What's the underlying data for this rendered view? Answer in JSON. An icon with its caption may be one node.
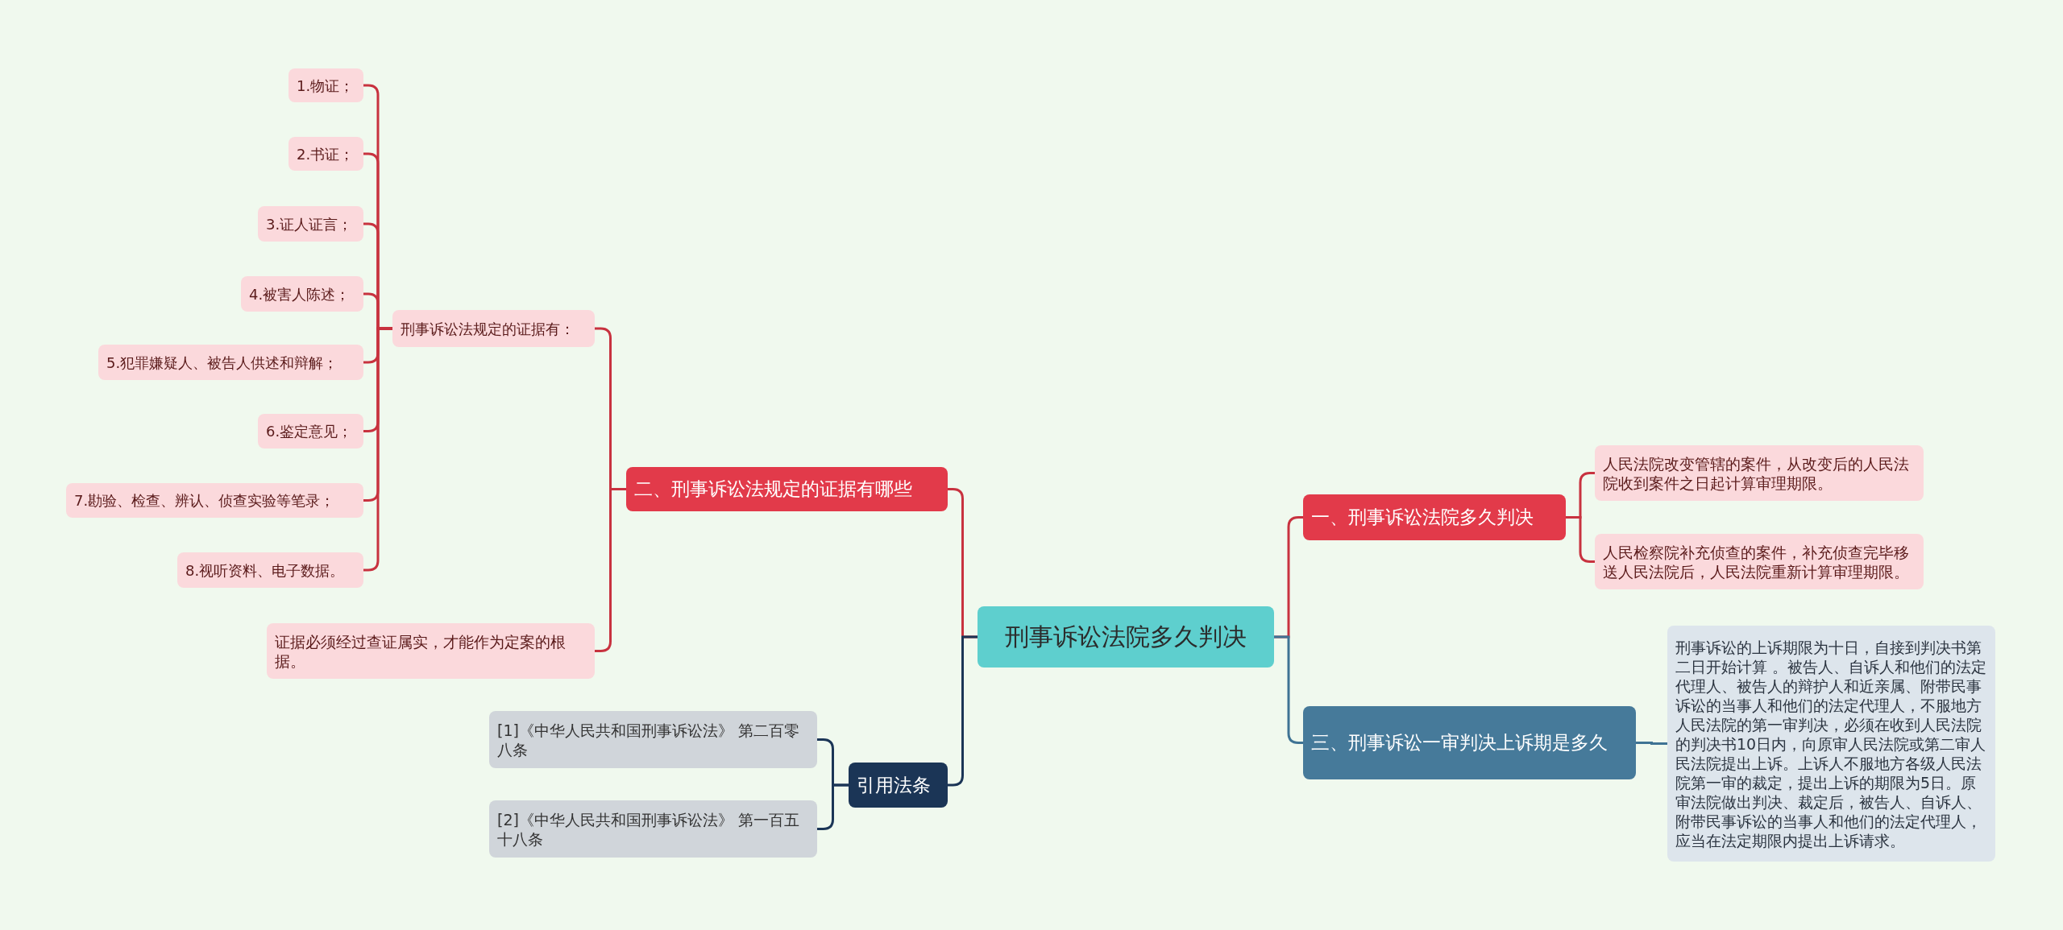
{
  "diagram": {
    "nodes": [
      {
        "text": [
          "刑事诉讼法院多久判决"
        ]
      },
      {
        "text": [
          "一、刑事诉讼法院多久判决"
        ]
      },
      {
        "text": [
          "人民法院改变管辖的案件，从改变后的人民法院收到案件之日起计算审理期限。"
        ]
      },
      {
        "text": [
          "人民检察院补充侦查的案件，补充侦查完毕移送人民法院后，人民法院重新计算审理期限。"
        ]
      },
      {
        "text": [
          "三、刑事诉讼一审判决上诉期是多久"
        ]
      },
      {
        "text": [
          "刑事诉讼的上诉期限为十日，自接到判决书第二日开始计算 。被告人、自诉人和他们的法定代理人、被告人的辩护人和近亲属、附带民事诉讼的当事人和他们的法定代理人，不服地方人民法院的第一审判决，必须在收到人民法院的判决书10日内，向原审人民法院或第二审人民法院提出上诉。上诉人不服地方各级人民法院第一审的裁定，提出上诉的期限为5日。原审法院做出判决、裁定后，被告人、自诉人、附带民事诉讼的当事人和他们的法定代理人，应当在法定期限内提出上诉请求。"
        ]
      },
      {
        "text": [
          "二、刑事诉讼法规定的证据有哪些"
        ]
      },
      {
        "text": [
          "刑事诉讼法规定的证据有："
        ]
      },
      {
        "text": [
          "1.物证；"
        ]
      },
      {
        "text": [
          "2.书证；"
        ]
      },
      {
        "text": [
          "3.证人证言；"
        ]
      },
      {
        "text": [
          "4.被害人陈述；"
        ]
      },
      {
        "text": [
          "5.犯罪嫌疑人、被告人供述和辩解；"
        ]
      },
      {
        "text": [
          "6.鉴定意见；"
        ]
      },
      {
        "text": [
          "7.勘验、检查、辨认、侦查实验等笔录；"
        ]
      },
      {
        "text": [
          "8.视听资料、电子数据。"
        ]
      },
      {
        "text": [
          "证据必须经过查证属实，才能作为定案的根据。"
        ]
      },
      {
        "text": [
          "引用法条"
        ]
      },
      {
        "text": [
          "[1]《中华人民共和国刑事诉讼法》 第二百零八条"
        ]
      },
      {
        "text": [
          "[2]《中华人民共和国刑事诉讼法》 第一百五十八条"
        ]
      }
    ],
    "edges": [
      {
        "from": 0,
        "to": 1,
        "arrow": "none"
      },
      {
        "from": 1,
        "to": 2,
        "arrow": "none"
      },
      {
        "from": 1,
        "to": 3,
        "arrow": "none"
      },
      {
        "from": 0,
        "to": 4,
        "arrow": "none",
        "color": "#3f7394"
      },
      {
        "from": 4,
        "to": 5,
        "arrow": "none",
        "color": "#3f7394"
      },
      {
        "from": 0,
        "to": 6,
        "arrow": "none"
      },
      {
        "from": 6,
        "to": 7,
        "arrow": "none"
      },
      {
        "from": 7,
        "to": 8,
        "arrow": "none"
      },
      {
        "from": 7,
        "to": 9,
        "arrow": "none"
      },
      {
        "from": 7,
        "to": 10,
        "arrow": "none"
      },
      {
        "from": 7,
        "to": 11,
        "arrow": "none"
      },
      {
        "from": 7,
        "to": 12,
        "arrow": "none"
      },
      {
        "from": 7,
        "to": 13,
        "arrow": "none"
      },
      {
        "from": 7,
        "to": 14,
        "arrow": "none"
      },
      {
        "from": 7,
        "to": 15,
        "arrow": "none"
      },
      {
        "from": 6,
        "to": 16,
        "arrow": "none"
      },
      {
        "from": 0,
        "to": 17,
        "arrow": "none",
        "color": "#1b3556"
      },
      {
        "from": 17,
        "to": 18,
        "arrow": "none",
        "color": "#1b3556"
      },
      {
        "from": 17,
        "to": 19,
        "arrow": "none",
        "color": "#1b3556"
      }
    ]
  }
}
